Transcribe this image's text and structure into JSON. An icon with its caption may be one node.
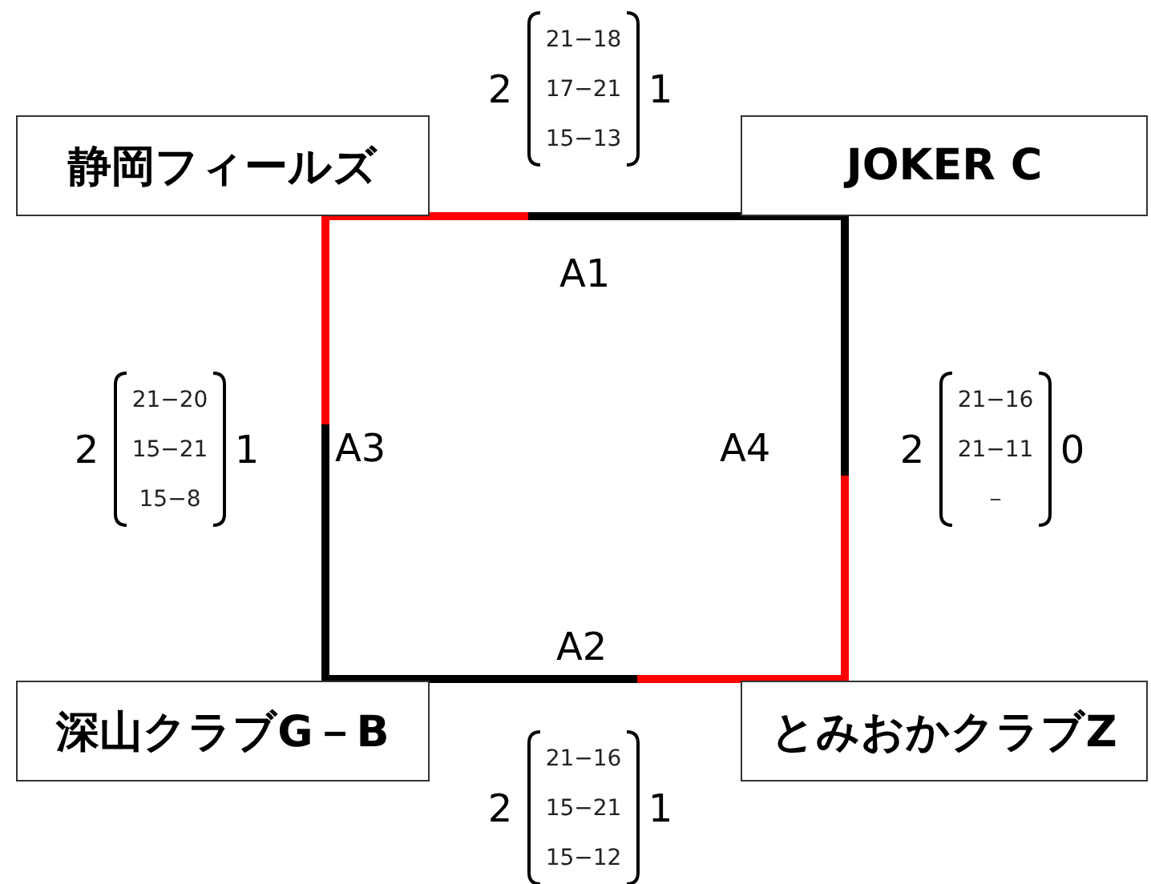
{
  "diagram": {
    "nodes": [
      {
        "text": [
          "静岡フィールズ"
        ]
      },
      {
        "text": [
          "JOKER C"
        ]
      },
      {
        "text": [
          "深山クラブG－B"
        ]
      },
      {
        "text": [
          "とみおかクラブZ"
        ]
      }
    ],
    "edges": [
      {
        "from": 0,
        "to": 1,
        "arrow": "none",
        "label": "A1",
        "color": "#ff0000"
      },
      {
        "from": 3,
        "to": 2,
        "arrow": "none",
        "label": "A2",
        "color": "#ff0000"
      },
      {
        "from": 0,
        "to": 2,
        "arrow": "none",
        "label": "A3",
        "color": "#ff0000"
      },
      {
        "from": 3,
        "to": 1,
        "arrow": "none",
        "label": "A4",
        "color": "#ff0000"
      }
    ],
    "labels": [
      "2",
      "21−18",
      "17−21",
      "15−13",
      "1",
      "2",
      "21−20",
      "15−21",
      "15−8",
      "1",
      "2",
      "21−16",
      "21−11",
      "－",
      "0",
      "2",
      "21−16",
      "15−21",
      "15−12",
      "1"
    ]
  }
}
